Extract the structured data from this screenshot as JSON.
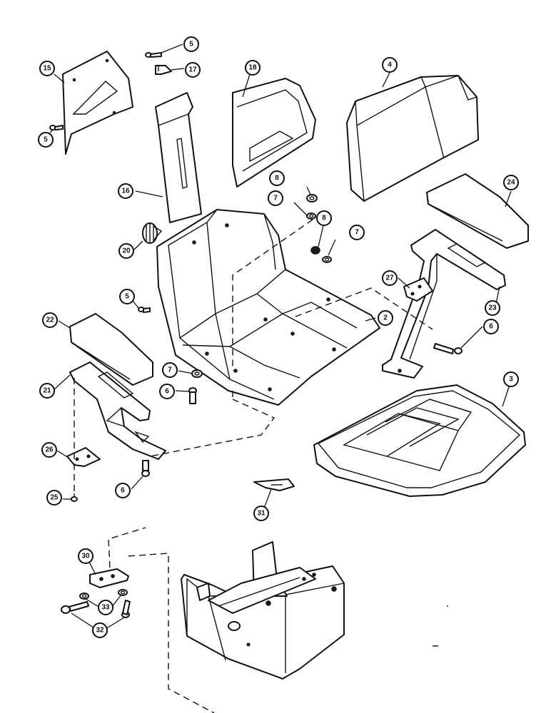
{
  "diagram": {
    "callouts": [
      {
        "id": "c15",
        "label": "15"
      },
      {
        "id": "c5a",
        "label": "5"
      },
      {
        "id": "c17",
        "label": "17"
      },
      {
        "id": "c5b",
        "label": "5"
      },
      {
        "id": "c18",
        "label": "18"
      },
      {
        "id": "c4",
        "label": "4"
      },
      {
        "id": "c16",
        "label": "16"
      },
      {
        "id": "c8a",
        "label": "8"
      },
      {
        "id": "c7a",
        "label": "7"
      },
      {
        "id": "c24",
        "label": "24"
      },
      {
        "id": "c20",
        "label": "20"
      },
      {
        "id": "c8b",
        "label": "8"
      },
      {
        "id": "c7b",
        "label": "7"
      },
      {
        "id": "c27",
        "label": "27"
      },
      {
        "id": "c5c",
        "label": "5"
      },
      {
        "id": "c23",
        "label": "23"
      },
      {
        "id": "c22",
        "label": "22"
      },
      {
        "id": "c2",
        "label": "2"
      },
      {
        "id": "c6a",
        "label": "6"
      },
      {
        "id": "c21",
        "label": "21"
      },
      {
        "id": "c7c",
        "label": "7"
      },
      {
        "id": "c6b",
        "label": "6"
      },
      {
        "id": "c3",
        "label": "3"
      },
      {
        "id": "c26",
        "label": "26"
      },
      {
        "id": "c6c",
        "label": "6"
      },
      {
        "id": "c25",
        "label": "25"
      },
      {
        "id": "c31",
        "label": "31"
      },
      {
        "id": "c30",
        "label": "30"
      },
      {
        "id": "c33",
        "label": "33"
      },
      {
        "id": "c32",
        "label": "32"
      }
    ]
  }
}
